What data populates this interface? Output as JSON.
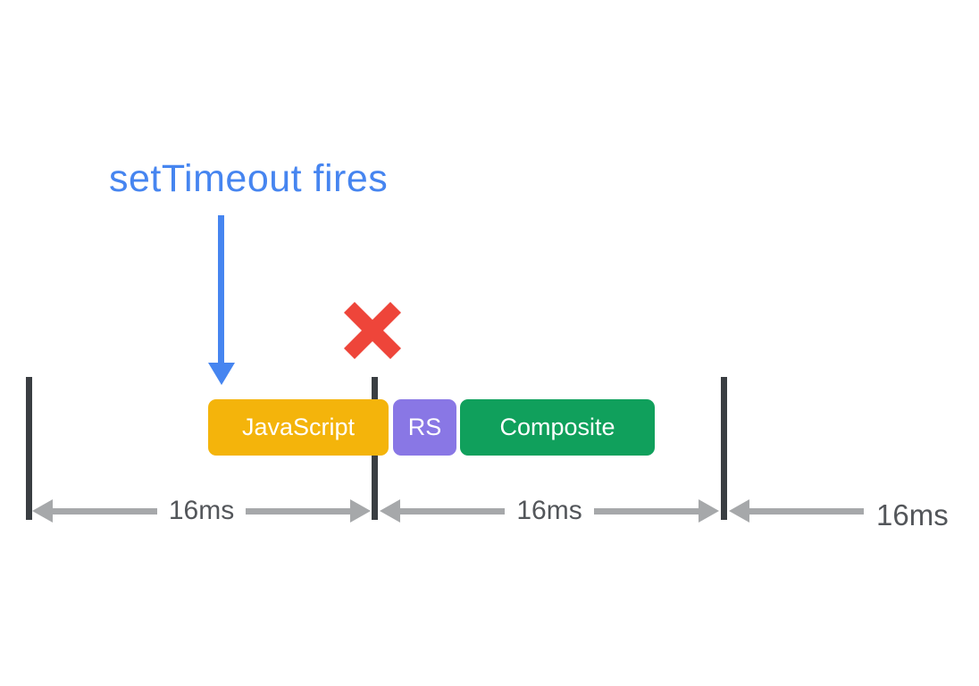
{
  "annotation": {
    "label": "setTimeout fires",
    "arrow_icon": "down-arrow",
    "cancel_icon": "red-x"
  },
  "tasks": [
    {
      "label": "JavaScript",
      "color": "#F4B40B"
    },
    {
      "label": "RS",
      "color": "#8977E5"
    },
    {
      "label": "Composite",
      "color": "#10A05C"
    }
  ],
  "intervals": [
    {
      "label": "16ms"
    },
    {
      "label": "16ms"
    },
    {
      "label": "16ms"
    }
  ],
  "colors": {
    "annotation_blue": "#4685F0",
    "cancel_red": "#EE453A",
    "frame_tick_dark": "#3A3E42",
    "measure_gray": "#A6A8AA",
    "interval_text": "#53565A",
    "background": "#FFFFFF"
  }
}
